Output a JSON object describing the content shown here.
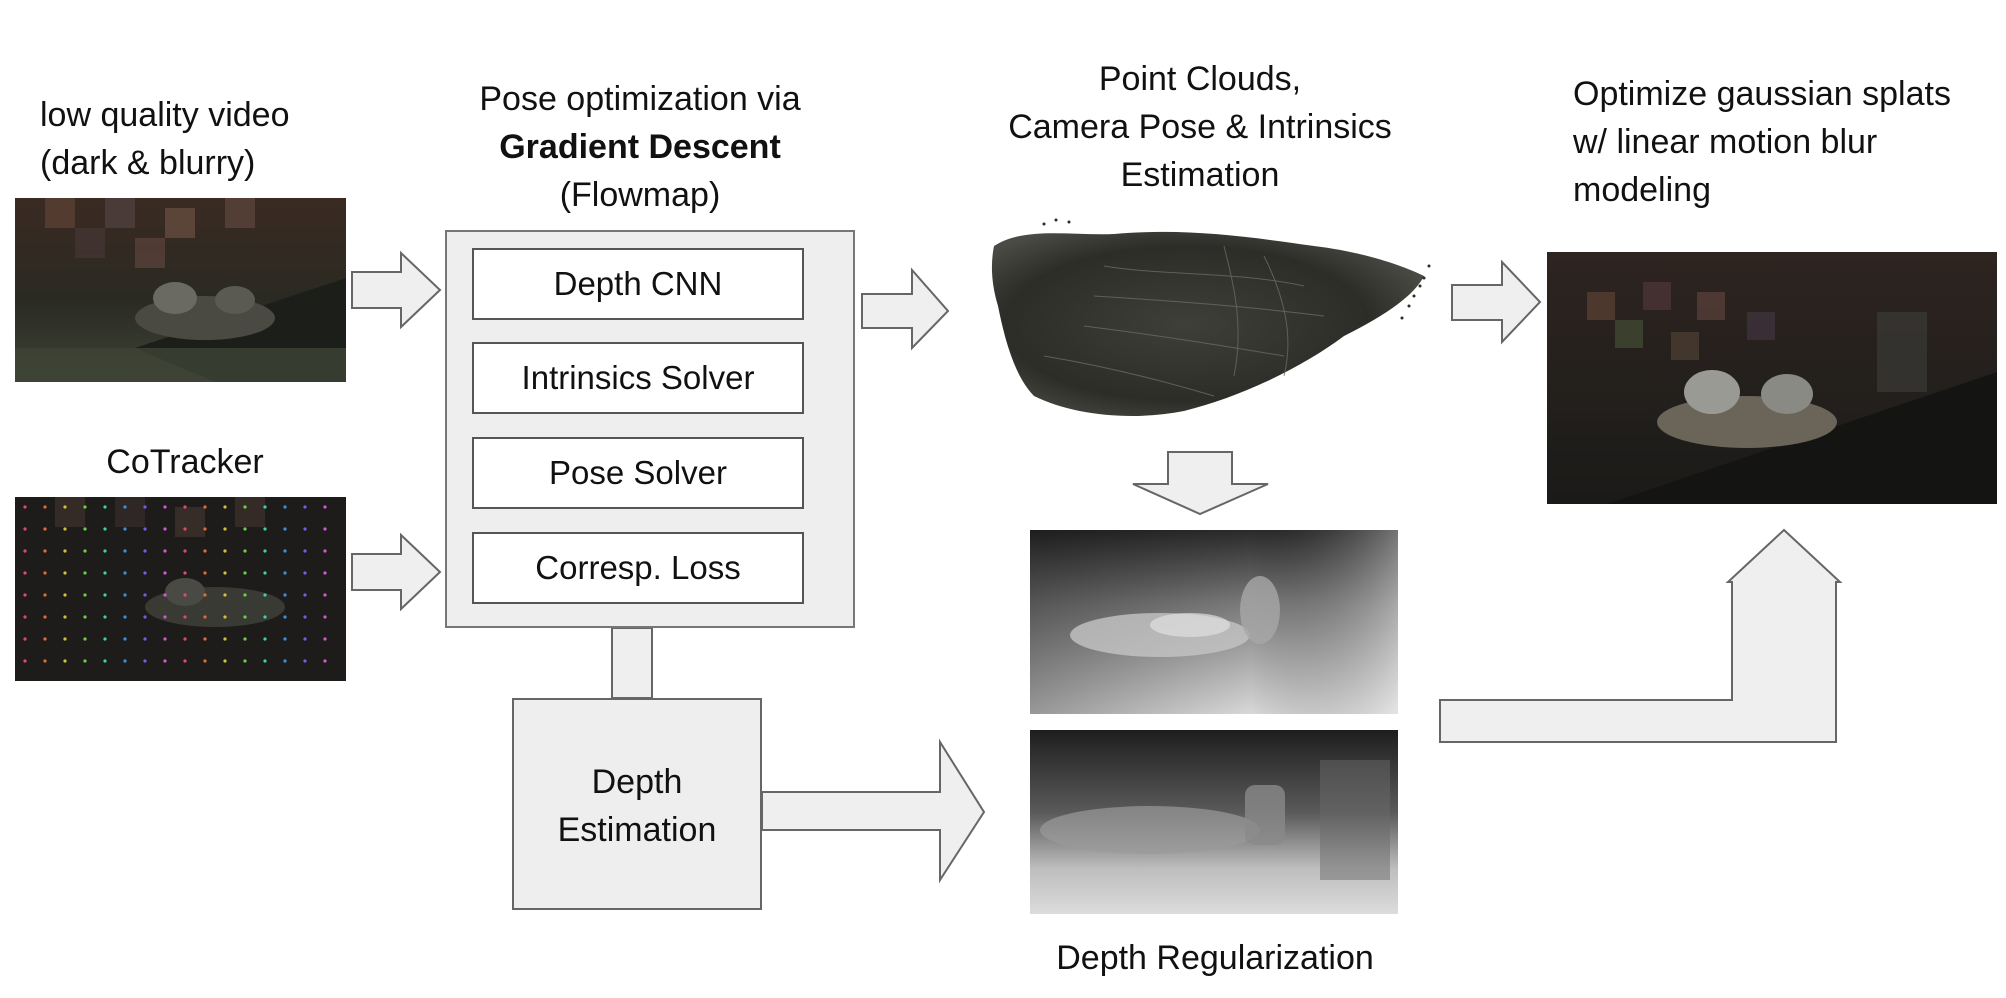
{
  "inputs": {
    "video_title_line1": "low quality video",
    "video_title_line2": "(dark & blurry)",
    "cotracker_title": "CoTracker"
  },
  "pose_opt": {
    "title_line1": "Pose optimization via",
    "title_line2": "Gradient Descent",
    "title_line3": "(Flowmap)",
    "steps": [
      "Depth CNN",
      "Intrinsics Solver",
      "Pose Solver",
      "Corresp. Loss"
    ]
  },
  "depth_estimation": {
    "line1": "Depth",
    "line2": "Estimation"
  },
  "point_clouds": {
    "title_line1": "Point Clouds,",
    "title_line2": "Camera Pose & Intrinsics",
    "title_line3": "Estimation"
  },
  "depth_regularization": {
    "label": "Depth Regularization"
  },
  "gaussian": {
    "title_line1": "Optimize gaussian splats",
    "title_line2": "w/ linear motion blur",
    "title_line3": "modeling"
  },
  "colors": {
    "arrow_fill": "#efefef",
    "arrow_stroke": "#666666",
    "feedback_arrow": "#e0332b",
    "panel_fill": "#eeeeee"
  }
}
